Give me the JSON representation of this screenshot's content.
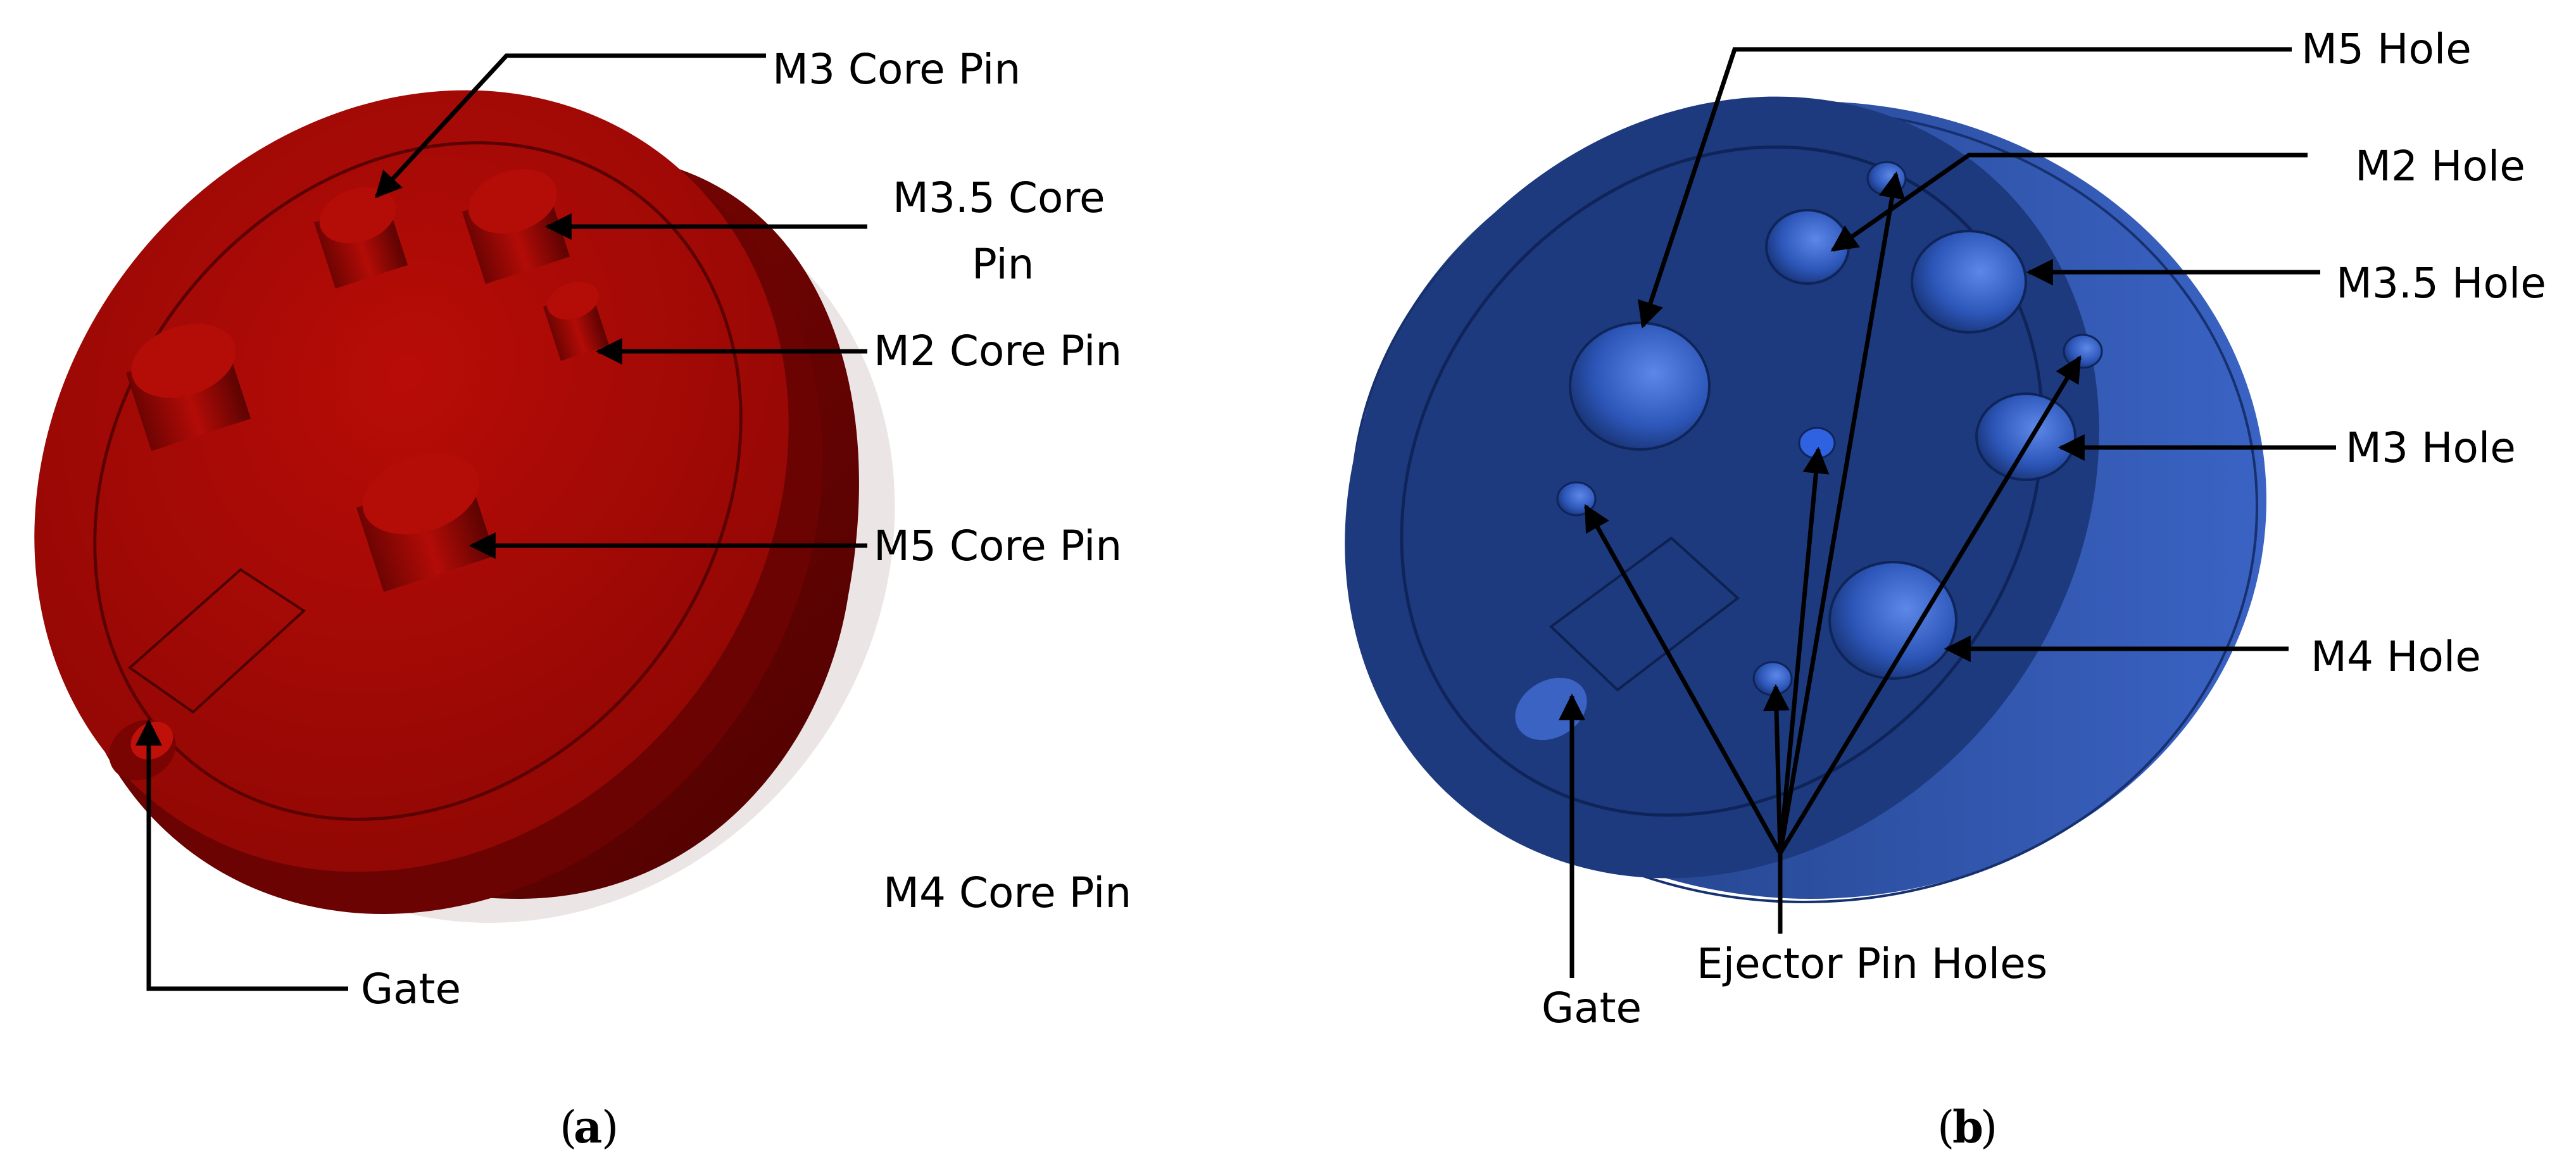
{
  "panel_a": {
    "caption_letter": "a",
    "part_color": "#a30a06",
    "labels": {
      "m3_core_pin": "M3 Core Pin",
      "m35_core_pin_line1": "M3.5 Core",
      "m35_core_pin_line2": "Pin",
      "m2_core_pin": "M2 Core Pin",
      "m5_core_pin": "M5 Core Pin",
      "m4_core_pin": "M4 Core Pin",
      "gate": "Gate"
    }
  },
  "panel_b": {
    "caption_letter": "b",
    "part_color": "#1d3a7f",
    "labels": {
      "m5_hole": "M5 Hole",
      "m2_hole": "M2 Hole",
      "m35_hole": "M3.5 Hole",
      "m3_hole": "M3 Hole",
      "m4_hole": "M4 Hole",
      "ejector_pin_holes": "Ejector Pin Holes",
      "gate": "Gate"
    }
  }
}
